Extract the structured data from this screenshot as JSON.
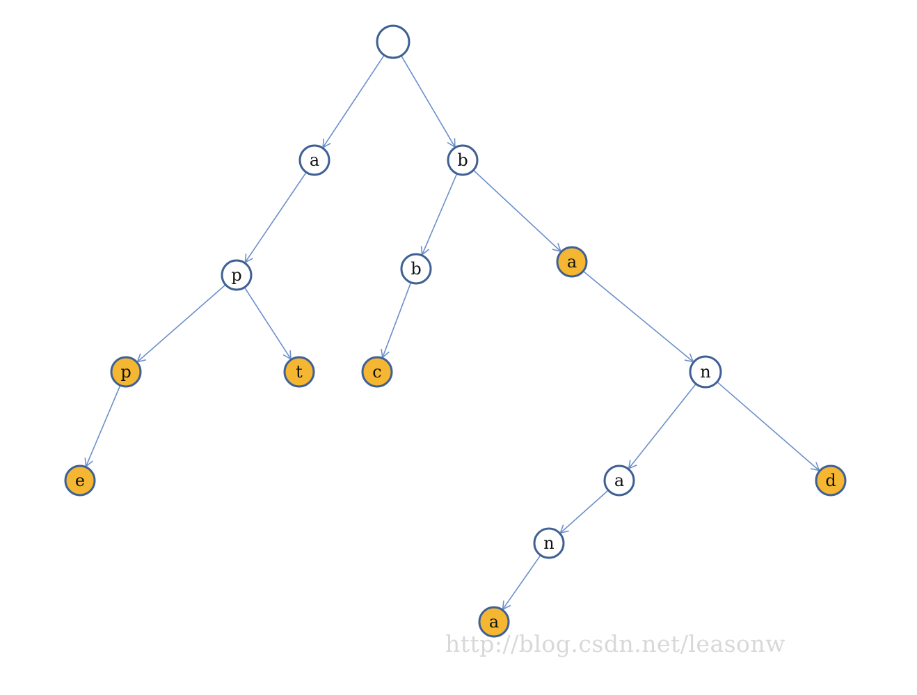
{
  "colors": {
    "edge": "#6b8fc9",
    "node_stroke": "#3f6095",
    "terminal_fill": "#f5b731",
    "inner_fill": "#ffffff",
    "watermark": "#d8d8d8"
  },
  "diagram": {
    "nodes": [
      {
        "id": "root",
        "label": "",
        "terminal": false
      },
      {
        "id": "a1",
        "label": "a",
        "terminal": false
      },
      {
        "id": "b1",
        "label": "b",
        "terminal": false
      },
      {
        "id": "p1",
        "label": "p",
        "terminal": false
      },
      {
        "id": "b2",
        "label": "b",
        "terminal": false
      },
      {
        "id": "a2",
        "label": "a",
        "terminal": true
      },
      {
        "id": "p2",
        "label": "p",
        "terminal": true
      },
      {
        "id": "t1",
        "label": "t",
        "terminal": true
      },
      {
        "id": "c1",
        "label": "c",
        "terminal": true
      },
      {
        "id": "n1",
        "label": "n",
        "terminal": false
      },
      {
        "id": "e1",
        "label": "e",
        "terminal": true
      },
      {
        "id": "a3",
        "label": "a",
        "terminal": false
      },
      {
        "id": "d1",
        "label": "d",
        "terminal": true
      },
      {
        "id": "n2",
        "label": "n",
        "terminal": false
      },
      {
        "id": "a4",
        "label": "a",
        "terminal": true
      }
    ],
    "edges": [
      {
        "from": "root",
        "to": "a1"
      },
      {
        "from": "root",
        "to": "b1"
      },
      {
        "from": "a1",
        "to": "p1"
      },
      {
        "from": "p1",
        "to": "p2"
      },
      {
        "from": "p1",
        "to": "t1"
      },
      {
        "from": "p2",
        "to": "e1"
      },
      {
        "from": "b1",
        "to": "b2"
      },
      {
        "from": "b1",
        "to": "a2"
      },
      {
        "from": "b2",
        "to": "c1"
      },
      {
        "from": "a2",
        "to": "n1"
      },
      {
        "from": "n1",
        "to": "a3"
      },
      {
        "from": "n1",
        "to": "d1"
      },
      {
        "from": "a3",
        "to": "n2"
      },
      {
        "from": "n2",
        "to": "a4"
      }
    ]
  },
  "watermark": {
    "text": "http://blog.csdn.net/leasonw"
  }
}
